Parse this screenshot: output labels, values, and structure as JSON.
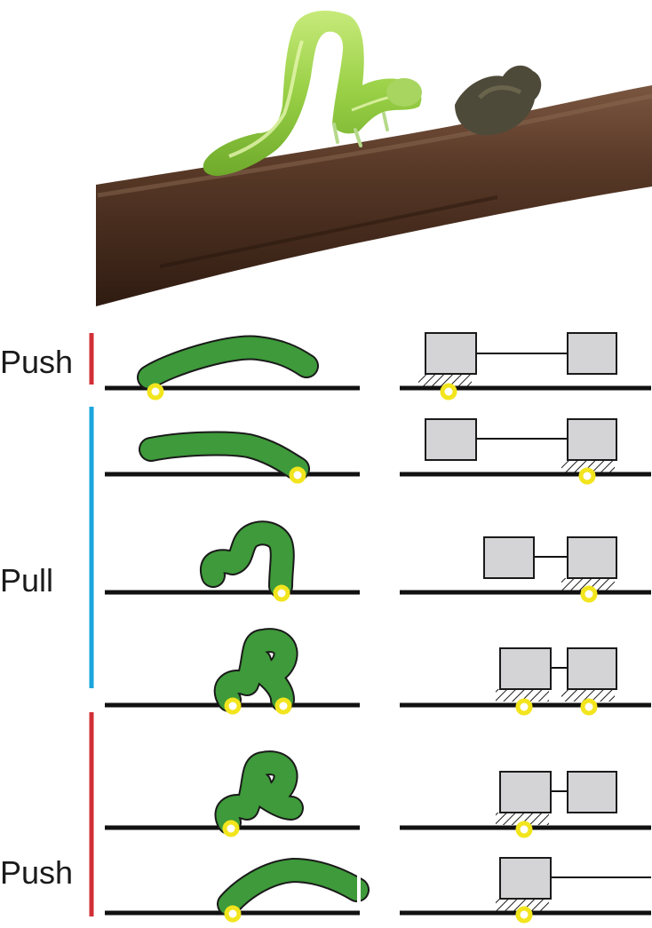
{
  "photo": {
    "subject": "inchworm-caterpillar-on-twig",
    "colors": {
      "worm_body": "#8cc63f",
      "worm_highlight": "#b5e06a",
      "worm_stripe": "#d9ef9a",
      "twig": "#4b2e1f",
      "twig_light": "#6e4a34",
      "twig_dark": "#2f1b11",
      "bud": "#4e4a3a"
    }
  },
  "labels": {
    "push_top": "Push",
    "pull": "Pull",
    "push_bottom": "Push"
  },
  "phases": [
    {
      "name": "push",
      "color": "#d12f36",
      "rows": [
        0
      ]
    },
    {
      "name": "pull",
      "color": "#1aa6dd",
      "rows": [
        1,
        2,
        3
      ]
    },
    {
      "name": "push",
      "color": "#d12f36",
      "rows": [
        4,
        5
      ]
    }
  ],
  "rows": [
    {
      "worm_shape": "flat",
      "anchors": [
        "rear"
      ]
    },
    {
      "worm_shape": "flat",
      "anchors": [
        "front"
      ]
    },
    {
      "worm_shape": "hump",
      "anchors": [
        "front"
      ]
    },
    {
      "worm_shape": "loop",
      "anchors": [
        "rear",
        "front"
      ]
    },
    {
      "worm_shape": "loop",
      "anchors": [
        "rear"
      ]
    },
    {
      "worm_shape": "arch",
      "anchors": [
        "rear"
      ]
    }
  ],
  "colors": {
    "worm_fill": "#3e9a3a",
    "worm_outline": "#1a1a1a",
    "ground": "#111111",
    "anchor_ring": "#f2e51d",
    "block_fill": "#d4d4d6",
    "block_outline": "#1a1a1a",
    "push_bar": "#d12f36",
    "pull_bar": "#1aa6dd"
  }
}
